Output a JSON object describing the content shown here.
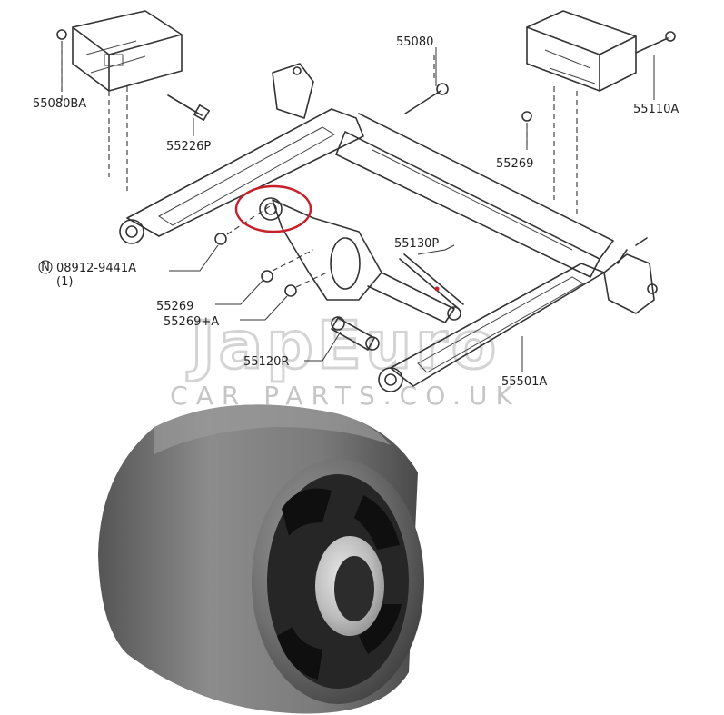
{
  "diagram": {
    "labels": {
      "p55080BA": "55080BA",
      "p55080": "55080",
      "p55110A": "55110A",
      "p55226P": "55226P",
      "p55269_top": "55269",
      "p08912_code": "08912-9441A",
      "p08912_qty": "(1)",
      "p08912_marker": "N",
      "p55130P": "55130P",
      "p55269_mid": "55269",
      "p55269A": "55269+A",
      "p55120R": "55120R",
      "p55501A": "55501A"
    },
    "highlight_color": "#c8202a"
  },
  "watermark": {
    "brand": "JapEuro",
    "sub": "CAR PARTS.CO.UK",
    "color": "#cfcfcf"
  }
}
